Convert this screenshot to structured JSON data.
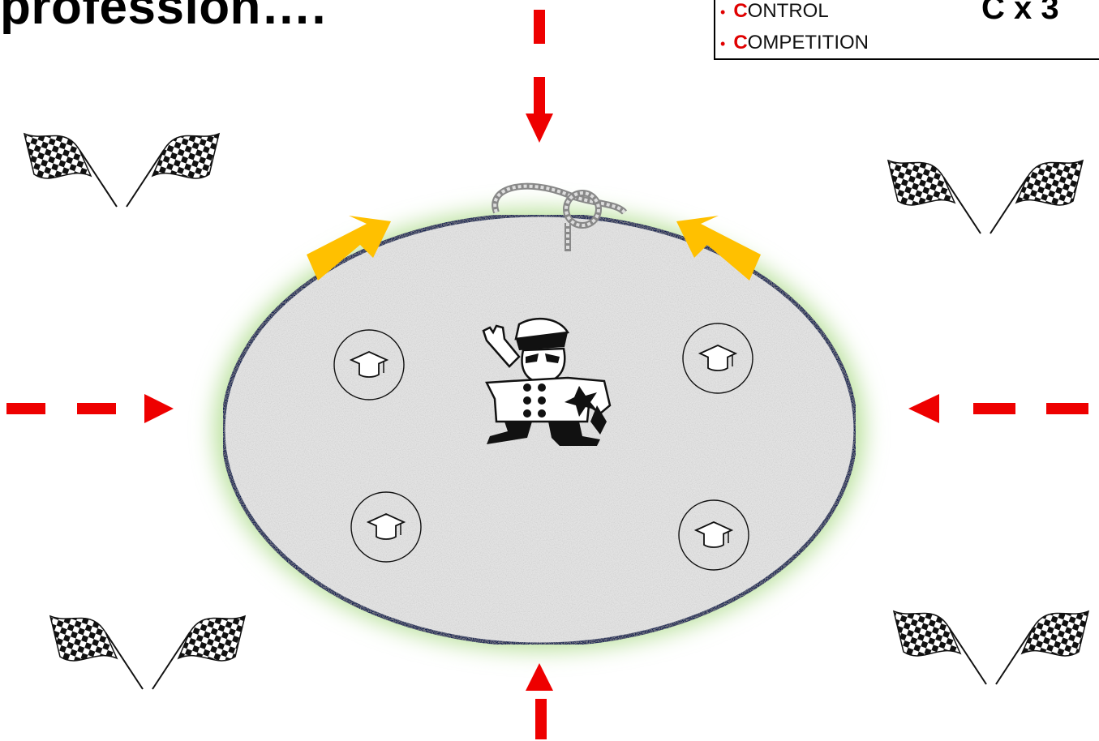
{
  "title": "profession….",
  "legend": {
    "items": [
      {
        "initial": "C",
        "rest": "ONTROL"
      },
      {
        "initial": "C",
        "rest": "OMPETITION"
      }
    ],
    "multiplier": "C x 3"
  },
  "icons": {
    "center": "traffic-police-officer-icon",
    "perimeter": "graduation-cap-icon",
    "corners": "checkered-flags-icon",
    "top": "rope-knot-icon"
  },
  "colors": {
    "arrow_red": "#ee0000",
    "arrow_yellow": "#ffc000",
    "ellipse_stroke": "#0f1f4f",
    "ellipse_glow": "#b8e09a",
    "ellipse_fill": "#e3e3e3"
  }
}
